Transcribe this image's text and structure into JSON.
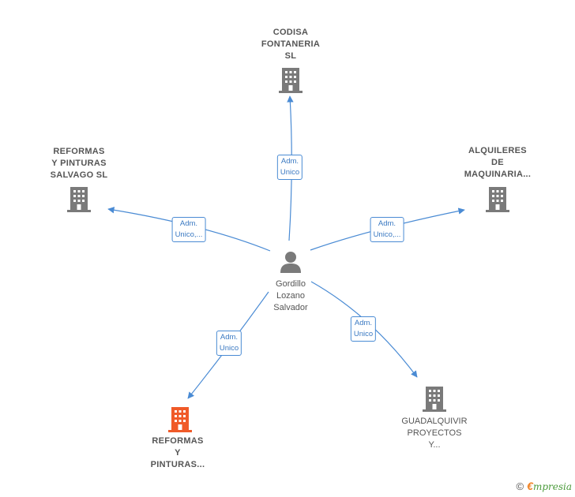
{
  "center": {
    "name": "Gordillo\nLozano\nSalvador"
  },
  "companies": [
    {
      "id": "codisa",
      "name": "CODISA\nFONTANERIA\nSL",
      "highlight": false
    },
    {
      "id": "reformas-salvago",
      "name": "REFORMAS\nY PINTURAS\nSALVAGO SL",
      "highlight": false
    },
    {
      "id": "alquileres",
      "name": "ALQUILERES\nDE\nMAQUINARIA...",
      "highlight": false
    },
    {
      "id": "reformas-pinturas",
      "name": "REFORMAS\nY\nPINTURAS...",
      "highlight": true
    },
    {
      "id": "guadalquivir",
      "name": "GUADALQUIVIR\nPROYECTOS\nY...",
      "highlight": false
    }
  ],
  "edges": [
    {
      "target": "codisa",
      "label": "Adm.\nUnico"
    },
    {
      "target": "reformas-salvago",
      "label": "Adm.\nUnico,..."
    },
    {
      "target": "alquileres",
      "label": "Adm.\nUnico,..."
    },
    {
      "target": "reformas-pinturas",
      "label": "Adm.\nUnico"
    },
    {
      "target": "guadalquivir",
      "label": "Adm.\nUnico"
    }
  ],
  "colors": {
    "edge": "#4a8bd4",
    "building": "#7a7a7a",
    "building_highlight": "#f05a28",
    "person": "#7a7a7a"
  },
  "footer": {
    "copyright": "©",
    "brand_e": "€",
    "brand_rest": "mpresia"
  }
}
